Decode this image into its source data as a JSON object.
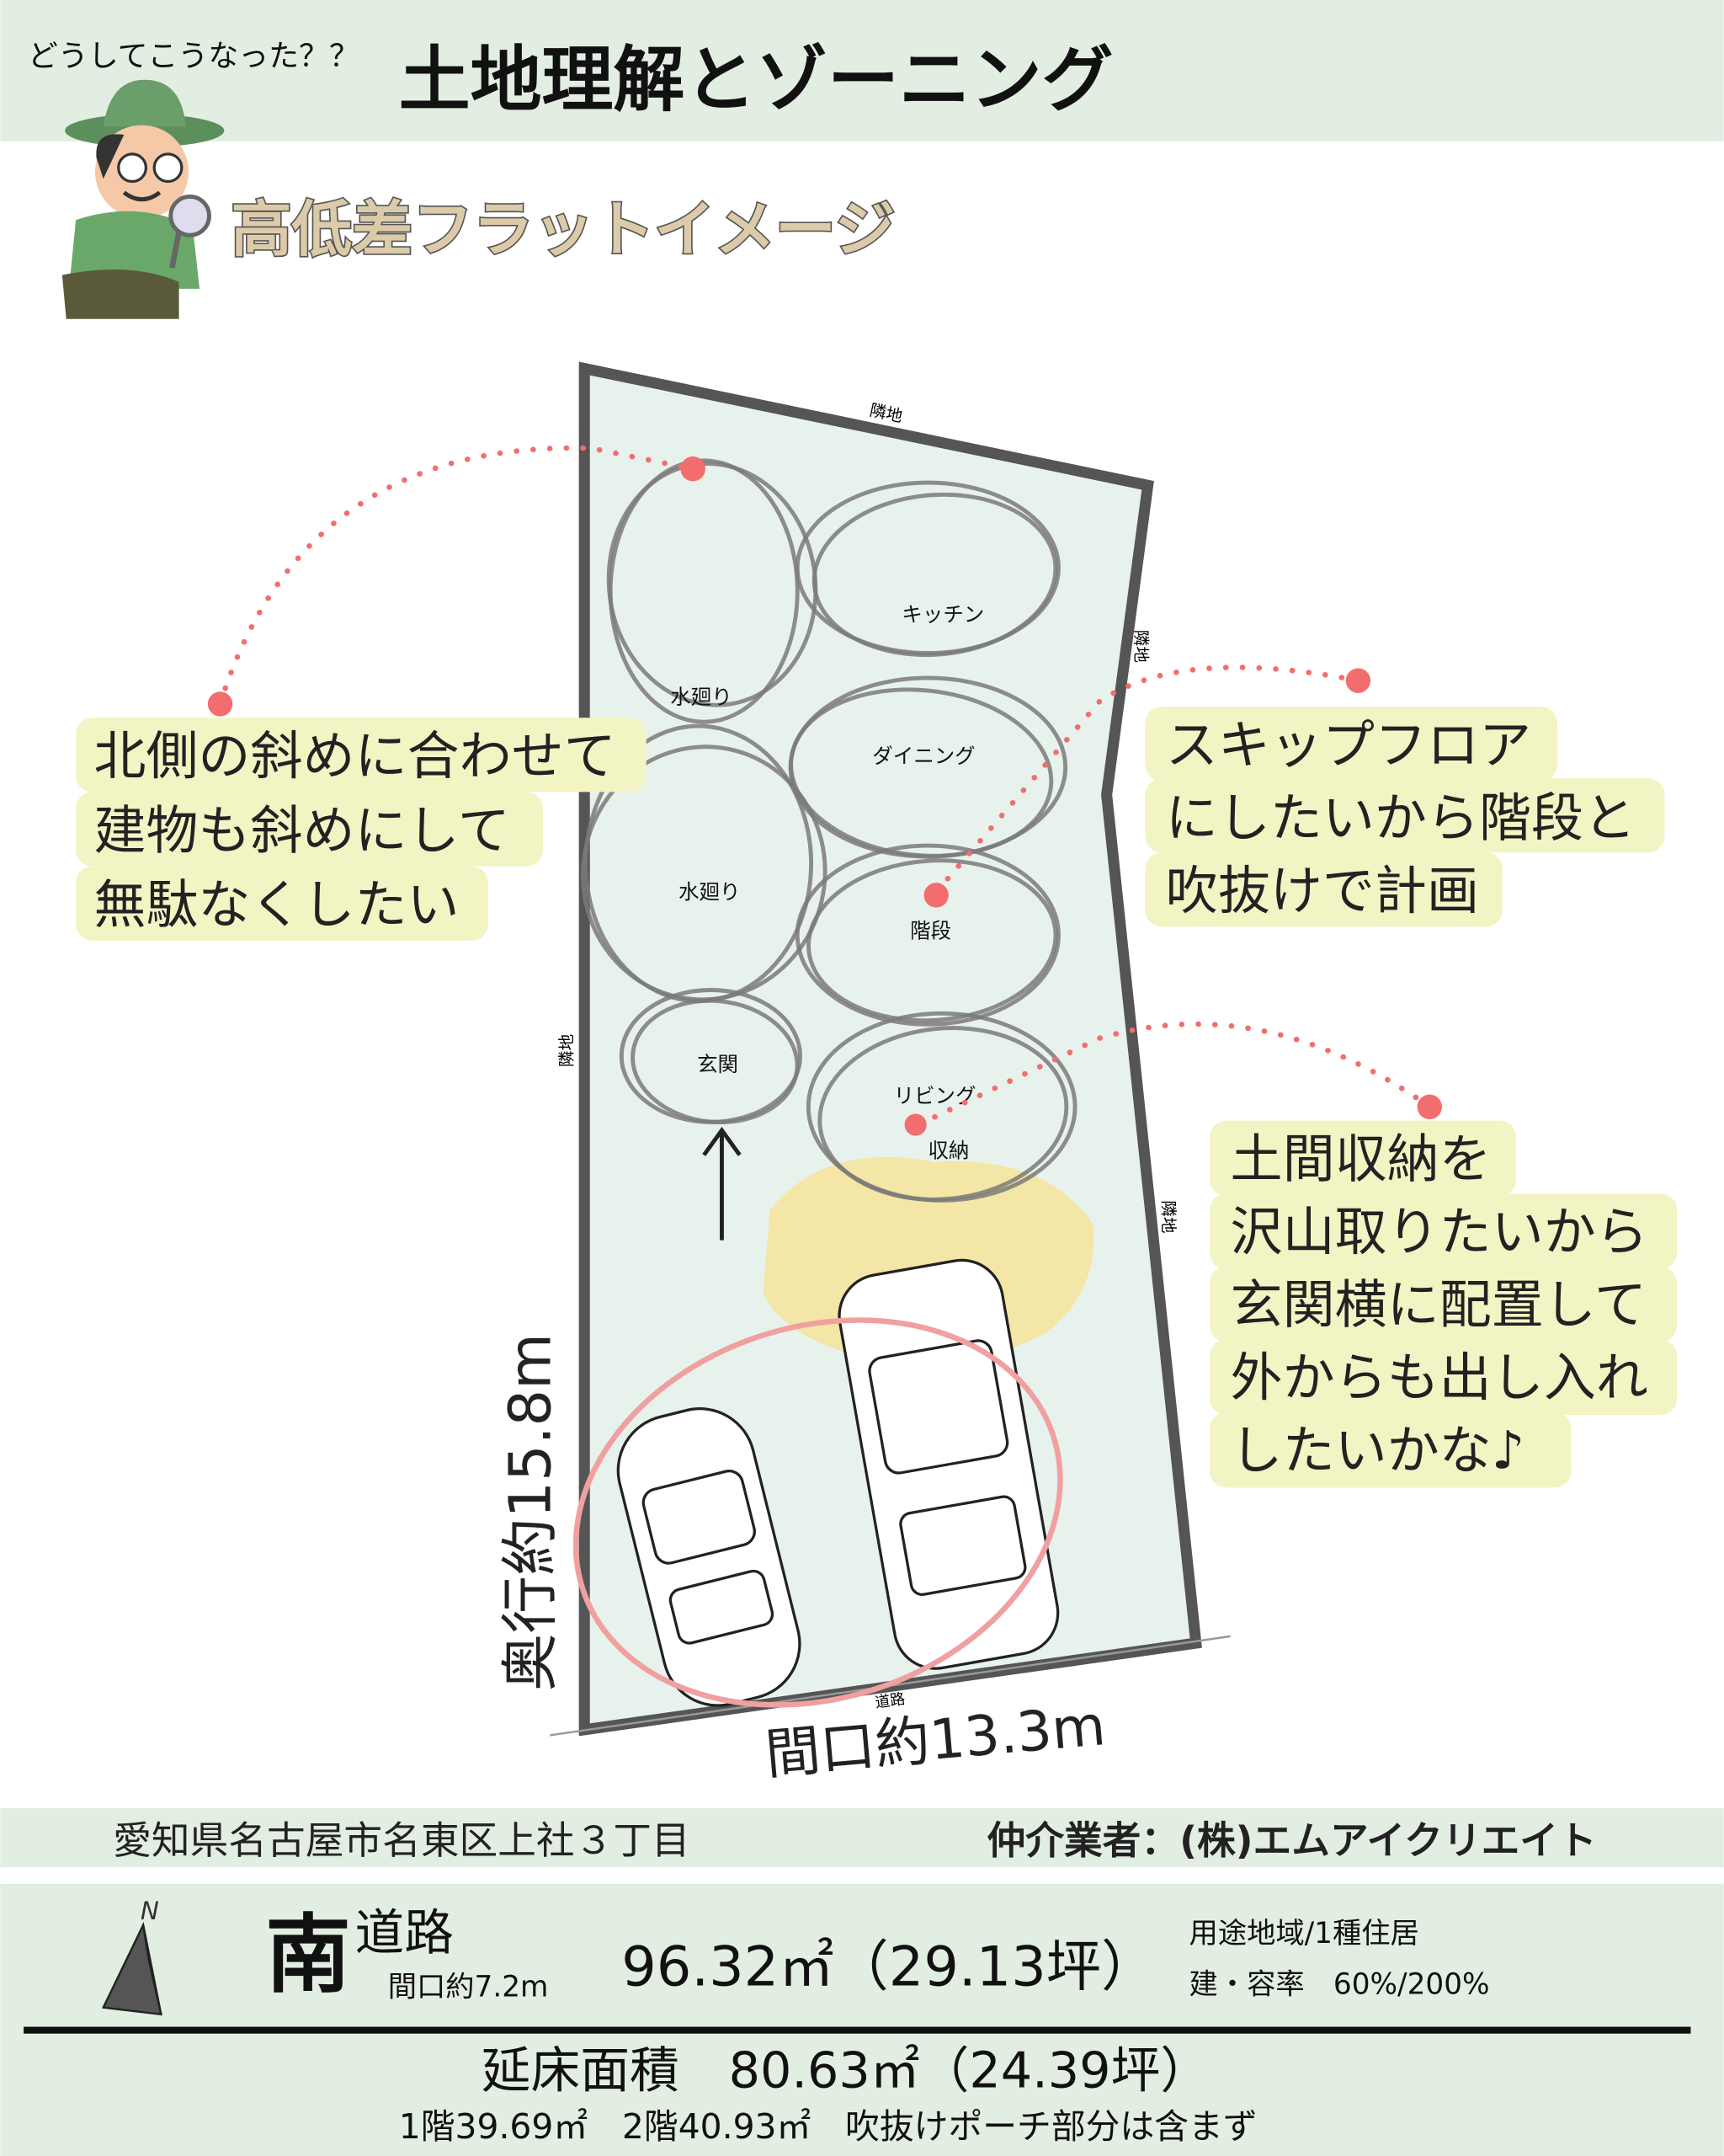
{
  "header": {
    "kicker": "どうしてこうなった？？",
    "title": "土地理解とゾーニング",
    "subtitle": "高低差フラットイメージ"
  },
  "plan": {
    "neighbor_label": "隣地",
    "road_label": "道路",
    "rooms": [
      "水廻り",
      "キッチン",
      "ダイニング",
      "水廻り",
      "階段",
      "玄関",
      "リビング",
      "収納"
    ],
    "depth_label": "奥行約15.8m",
    "frontage_label": "間口約13.3m"
  },
  "callouts": {
    "left": [
      "北側の斜めに合わせて",
      "建物も斜めにして",
      "無駄なくしたい"
    ],
    "right_top": [
      "スキップフロア",
      "にしたいから階段と",
      "吹抜けで計画"
    ],
    "right_bottom": [
      "土間収納を",
      "沢山取りたいから",
      "玄関横に配置して",
      "外からも出し入れ",
      "したいかな♪"
    ]
  },
  "info": {
    "address": "愛知県名古屋市名東区上社３丁目",
    "broker": "仲介業者：(株)エムアイクリエイト",
    "north": "N",
    "road_direction": "南",
    "road_word": "道路",
    "road_frontage": "間口約7.2m",
    "land_area": "96.32㎡（29.13坪）",
    "zoning": "用途地域/1種住居",
    "coverage": "建・容率　60%/200%",
    "floor_area": "延床面積　80.63㎡（24.39坪）",
    "floor_detail": "1階39.69㎡　2階40.93㎡　吹抜けポーチ部分は含まず"
  },
  "colors": {
    "band": "#e3eee3",
    "callout": "#f3f4c4",
    "dot": "#f26d6d",
    "lot": "#e8f2ec"
  }
}
